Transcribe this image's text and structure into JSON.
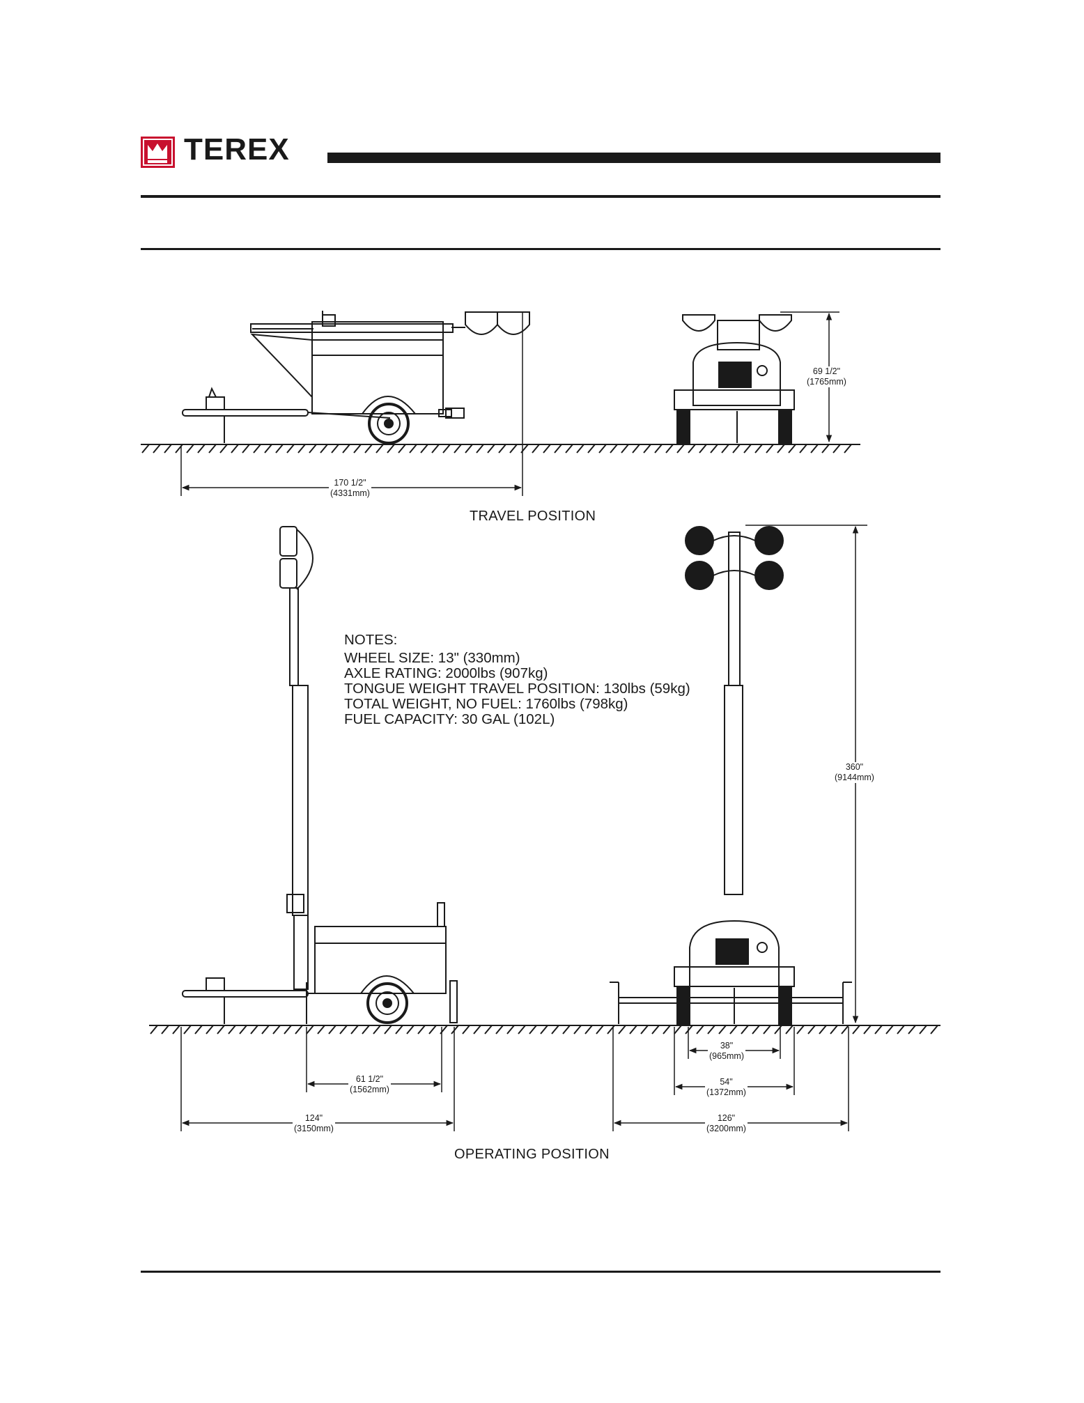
{
  "brand": {
    "name": "TEREX",
    "logo_icon": "terex-crown-logo-icon",
    "logo_color": "#c8102e"
  },
  "sections": {
    "travel_title": "TRAVEL POSITION",
    "operating_title": "OPERATING POSITION"
  },
  "dimensions": {
    "travel_length": {
      "imperial": "170 1/2\"",
      "metric": "(4331mm)"
    },
    "travel_height": {
      "imperial": "69 1/2\"",
      "metric": "(1765mm)"
    },
    "operating_height": {
      "imperial": "360\"",
      "metric": "(9144mm)"
    },
    "operating_wheelbase": {
      "imperial": "61 1/2\"",
      "metric": "(1562mm)"
    },
    "operating_length": {
      "imperial": "124\"",
      "metric": "(3150mm)"
    },
    "track_width": {
      "imperial": "38\"",
      "metric": "(965mm)"
    },
    "overall_width": {
      "imperial": "54\"",
      "metric": "(1372mm)"
    },
    "outrigger_span": {
      "imperial": "126\"",
      "metric": "(3200mm)"
    }
  },
  "notes": {
    "heading": "NOTES:",
    "items": [
      "WHEEL SIZE: 13\" (330mm)",
      "AXLE RATING: 2000lbs (907kg)",
      "TONGUE WEIGHT TRAVEL POSITION: 130lbs (59kg)",
      "TOTAL WEIGHT, NO FUEL: 1760lbs (798kg)",
      "FUEL CAPACITY:  30 GAL (102L)"
    ]
  }
}
